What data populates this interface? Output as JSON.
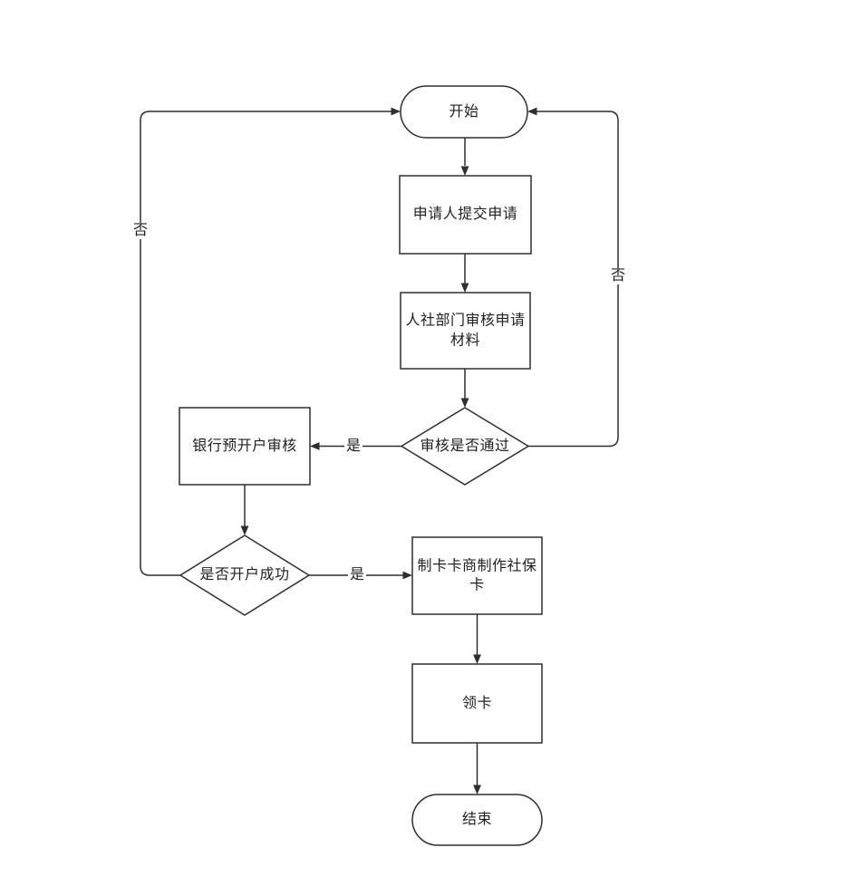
{
  "diagram": {
    "background": "#ffffff",
    "stroke_color": "#2e2e2e",
    "text_color": "#1f1f1f",
    "nodes": {
      "start": {
        "id": "start",
        "type": "terminator",
        "label": "开始"
      },
      "submit": {
        "id": "submit",
        "type": "process",
        "label": "申请人提交申请"
      },
      "review": {
        "id": "review",
        "type": "process",
        "label": "人社部门审核申请材料"
      },
      "review_pass": {
        "id": "review_pass",
        "type": "decision",
        "label": "审核是否通过"
      },
      "bank_review": {
        "id": "bank_review",
        "type": "process",
        "label": "银行预开户审核"
      },
      "account_success": {
        "id": "account_success",
        "type": "decision",
        "label": "是否开户成功"
      },
      "make_card": {
        "id": "make_card",
        "type": "process",
        "label": "制卡卡商制作社保卡"
      },
      "get_card": {
        "id": "get_card",
        "type": "process",
        "label": "领卡"
      },
      "end": {
        "id": "end",
        "type": "terminator",
        "label": "结束"
      }
    },
    "edges": [
      {
        "from": "start",
        "to": "submit",
        "label": ""
      },
      {
        "from": "submit",
        "to": "review",
        "label": ""
      },
      {
        "from": "review",
        "to": "review_pass",
        "label": ""
      },
      {
        "from": "review_pass",
        "to": "bank_review",
        "label": "是"
      },
      {
        "from": "review_pass",
        "to": "start",
        "label": "否"
      },
      {
        "from": "bank_review",
        "to": "account_success",
        "label": ""
      },
      {
        "from": "account_success",
        "to": "make_card",
        "label": "是"
      },
      {
        "from": "account_success",
        "to": "start",
        "label": "否"
      },
      {
        "from": "make_card",
        "to": "get_card",
        "label": ""
      },
      {
        "from": "get_card",
        "to": "end",
        "label": ""
      }
    ]
  }
}
